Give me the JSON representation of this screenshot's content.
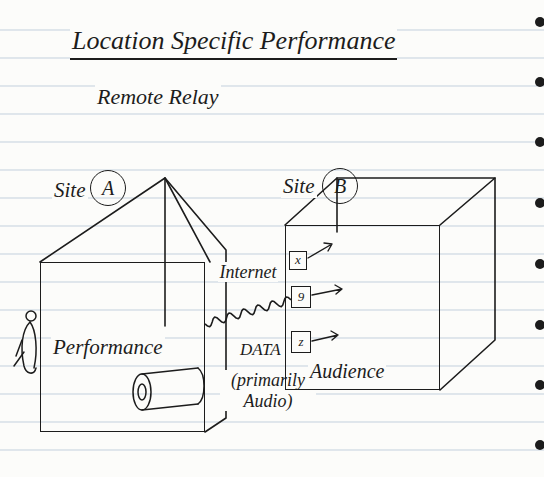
{
  "diagram": {
    "title": "Location Specific Performance",
    "nodes": [
      {
        "text": [
          "Performance"
        ]
      },
      {
        "text": [
          "A"
        ]
      },
      {
        "text": [
          "Audience"
        ]
      },
      {
        "text": [
          "B"
        ]
      },
      {
        "text": [
          "x"
        ],
        "in": 2
      },
      {
        "text": [
          "9"
        ],
        "in": 2
      },
      {
        "text": [
          "z"
        ],
        "in": 2
      }
    ],
    "edges": [
      {
        "from": 0,
        "to": 5,
        "label": "Internet",
        "arrow": "none"
      }
    ],
    "labels": [
      "Remote Relay",
      "Site",
      "Site",
      "DATA",
      "(primarily Audio)"
    ]
  }
}
